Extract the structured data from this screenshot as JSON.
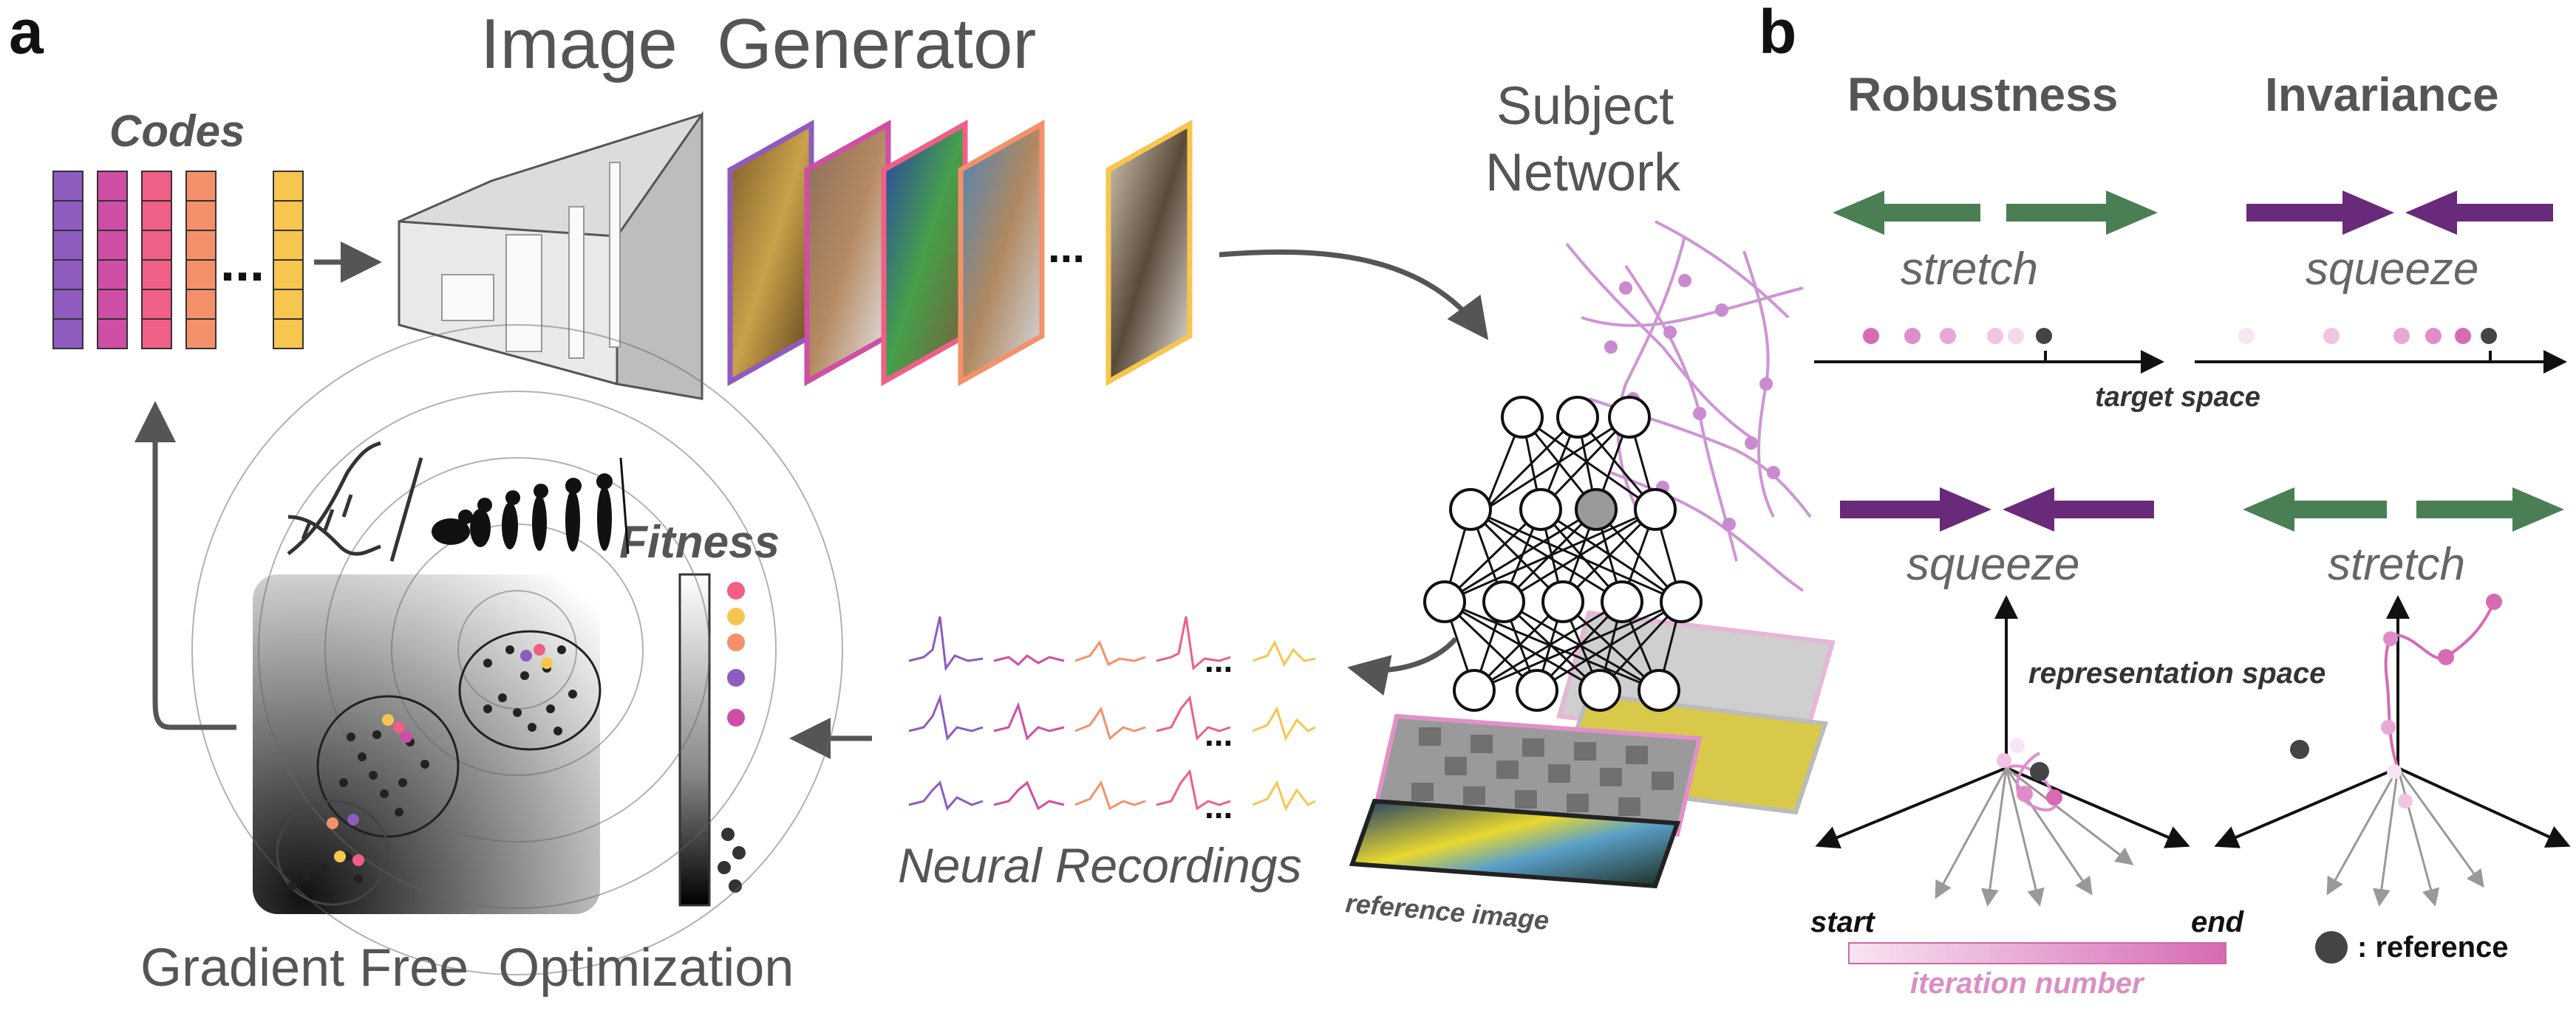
{
  "panel_a": {
    "label": "a",
    "generator_title": "Image  Generator",
    "codes_label": "Codes",
    "code_dots": "...",
    "image_dots": "...",
    "subject_line1": "Subject",
    "subject_line2": "Network",
    "fitness_label": "Fitness",
    "optimization_label": "Gradient Free  Optimization",
    "recordings_label": "Neural Recordings",
    "trace_dots": "...",
    "reference_label": "reference image",
    "code_colors": [
      "#8e5bbf",
      "#cf4ea6",
      "#ef5f86",
      "#f4916a",
      "#f7c64f"
    ],
    "image_frame_colors": [
      "#8e5bbf",
      "#cf4ea6",
      "#ef5f86",
      "#f4916a",
      "#f7c64f"
    ]
  },
  "panel_b": {
    "label": "b",
    "robustness_title": "Robustness",
    "invariance_title": "Invariance",
    "stretch_top": "stretch",
    "squeeze_top": "squeeze",
    "target_space_label": "target space",
    "squeeze_bottom": "squeeze",
    "stretch_bottom": "stretch",
    "representation_space_label": "representation space",
    "start_label": "start",
    "end_label": "end",
    "iteration_label": "iteration number",
    "reference_legend": ": reference",
    "stretch_color": "#4a7f55",
    "squeeze_color": "#6a2a7a"
  }
}
